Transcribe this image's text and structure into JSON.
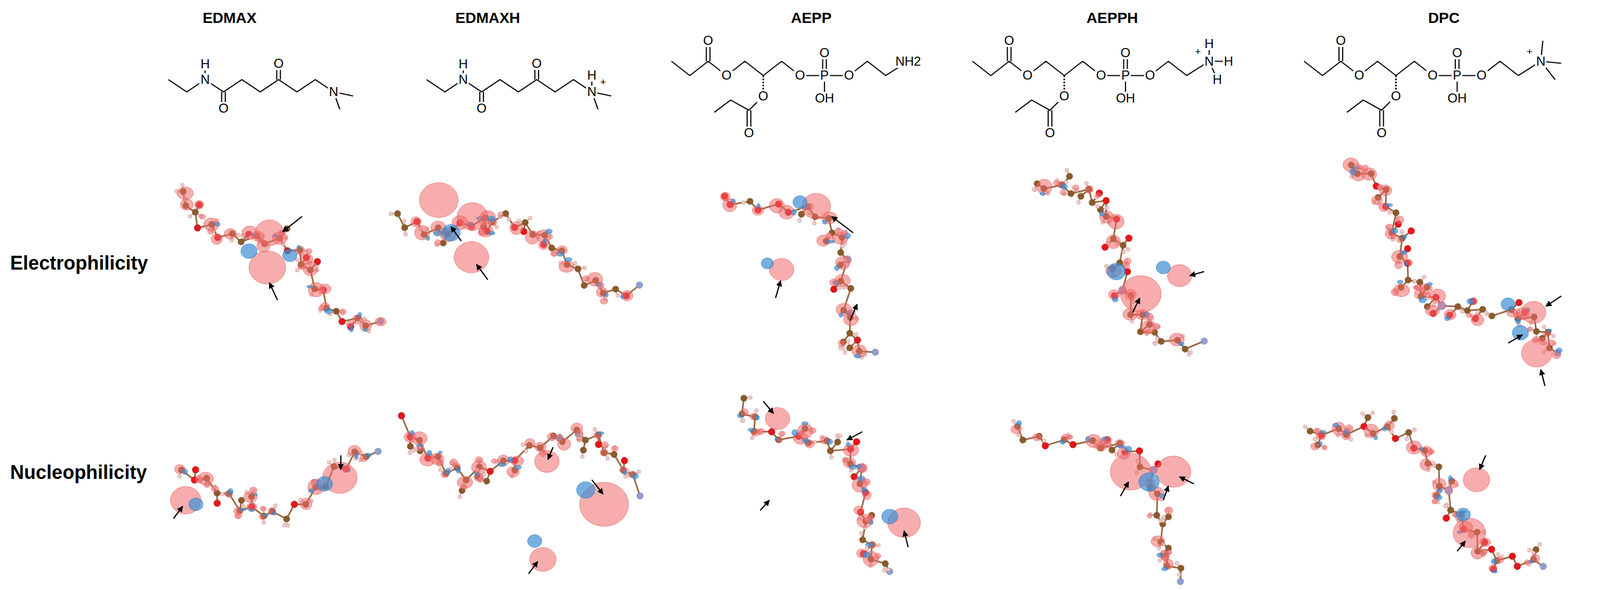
{
  "diagram": {
    "labels": [
      "EDMAX",
      "EDMAXH",
      "AEPP",
      "AEPPH",
      "DPC",
      "H",
      "N",
      "O",
      "O",
      "N",
      "H",
      "N",
      "O",
      "O",
      "H",
      "N",
      "+",
      "O",
      "O",
      "O",
      "O",
      "O",
      "P",
      "O",
      "OH",
      "O",
      "NH2",
      "O",
      "O",
      "O",
      "O",
      "O",
      "P",
      "O",
      "OH",
      "O",
      "H",
      "+",
      "N",
      "H",
      "H",
      "O",
      "O",
      "O",
      "O",
      "O",
      "P",
      "O",
      "OH",
      "O",
      "+",
      "N",
      "Electrophilicity",
      "Nucleophilicity"
    ]
  }
}
